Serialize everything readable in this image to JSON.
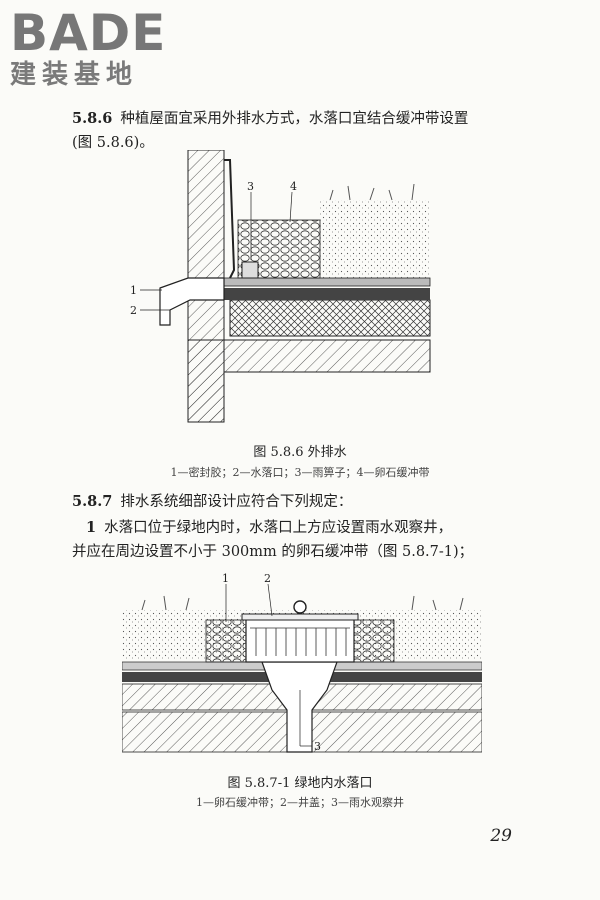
{
  "logo": {
    "en": "BADE",
    "cn": "建装基地"
  },
  "sections": {
    "s586": {
      "number": "5.8.6",
      "text": "种植屋面宜采用外排水方式，水落口宜结合缓冲带设置",
      "text2": "(图 5.8.6)。"
    },
    "s587": {
      "number": "5.8.7",
      "text": "排水系统细部设计应符合下列规定："
    },
    "item1": {
      "number": "1",
      "text": "水落口位于绿地内时，水落口上方应设置雨水观察井，",
      "text2": "并应在周边设置不小于 300mm 的卵石缓冲带（图 5.8.7-1)；"
    }
  },
  "figures": {
    "fig586": {
      "caption": "图 5.8.6   外排水",
      "legend": "1—密封胶；2—水落口；3—雨箅子；4—卵石缓冲带",
      "labels": [
        "1",
        "2",
        "3",
        "4"
      ]
    },
    "fig5871": {
      "caption": "图 5.8.7-1   绿地内水落口",
      "legend": "1—卵石缓冲带；2—井盖；3—雨水观察井",
      "labels": [
        "1",
        "2",
        "3"
      ]
    }
  },
  "page_number": "29"
}
